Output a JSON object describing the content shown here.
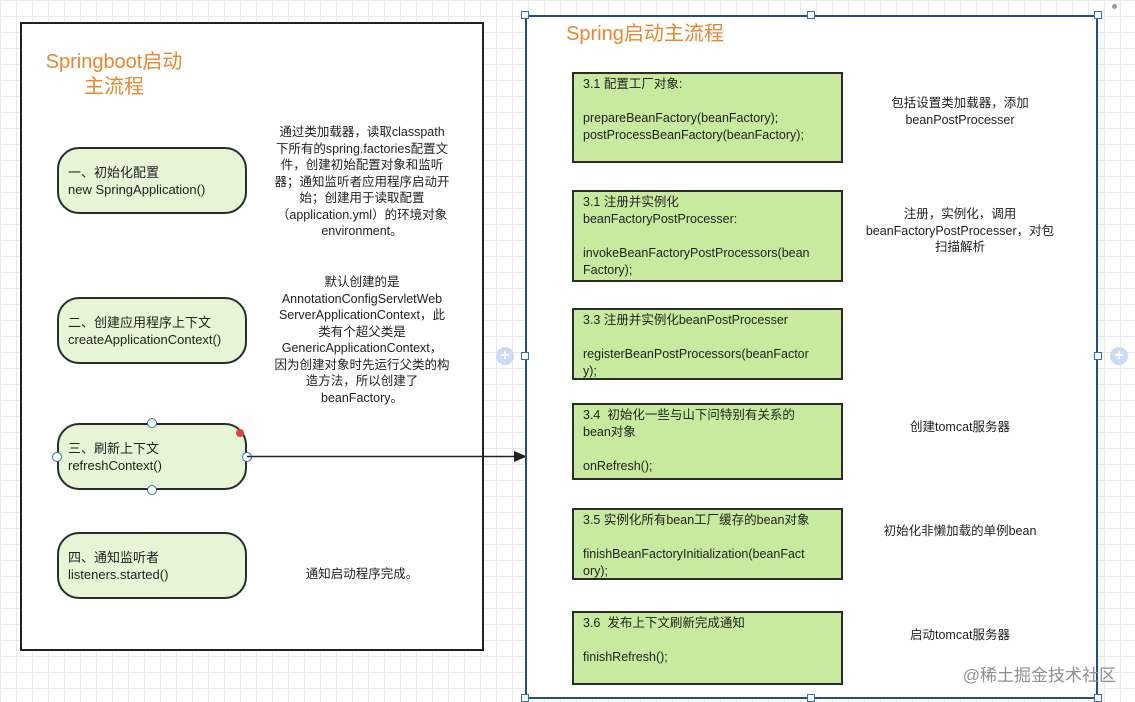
{
  "left_panel": {
    "title_line1": "Springboot启动",
    "title_line2": "主流程",
    "steps": [
      {
        "line1": "一、初始化配置",
        "line2": "new SpringApplication()"
      },
      {
        "line1": "二、创建应用程序上下文",
        "line2": "createApplicationContext()"
      },
      {
        "line1": "三、刷新上下文",
        "line2": "refreshContext()"
      },
      {
        "line1": "四、通知监听者",
        "line2": "listeners.started()"
      }
    ],
    "notes": [
      "通过类加载器，读取classpath\n下所有的spring.factories配置文\n件，创建初始配置对象和监听\n器；通知监听者应用程序启动开\n始；创建用于读取配置\n（application.yml）的环境对象\nenvironment。",
      "默认创建的是\nAnnotationConfigServletWeb\nServerApplicationContext，此\n类有个超父类是\nGenericApplicationContext，\n因为创建对象时先运行父类的构\n造方法，所以创建了\nbeanFactory。",
      "通知启动程序完成。"
    ]
  },
  "right_panel": {
    "title": "Spring启动主流程",
    "steps": [
      {
        "text": "3.1 配置工厂对象:\n\nprepareBeanFactory(beanFactory);\npostProcessBeanFactory(beanFactory);",
        "note": "包括设置类加载器，添加\nbeanPostProcesser"
      },
      {
        "text": "3.1 注册并实例化\nbeanFactoryPostProcesser:\n\ninvokeBeanFactoryPostProcessors(bean\nFactory);",
        "note": "注册，实例化，调用\nbeanFactoryPostProcesser，对包\n扫描解析"
      },
      {
        "text": "3.3 注册并实例化beanPostProcesser\n\nregisterBeanPostProcessors(beanFactor\ny);",
        "note": ""
      },
      {
        "text": "3.4  初始化一些与山下问特别有关系的\nbean对象\n\nonRefresh();",
        "note": "创建tomcat服务器"
      },
      {
        "text": "3.5 实例化所有bean工厂缓存的bean对象\n\nfinishBeanFactoryInitialization(beanFact\nory);",
        "note": "初始化非懒加载的单例bean"
      },
      {
        "text": "3.6  发布上下文刷新完成通知\n\nfinishRefresh();",
        "note": "启动tomcat服务器"
      }
    ]
  },
  "watermark": "@稀土掘金技术社区",
  "colors": {
    "title": "#e8872f",
    "pill_fill": "#e6f5d6",
    "step_fill": "#c7ea9e",
    "selection": "#1f4e8c",
    "error_dot": "#e04040"
  }
}
